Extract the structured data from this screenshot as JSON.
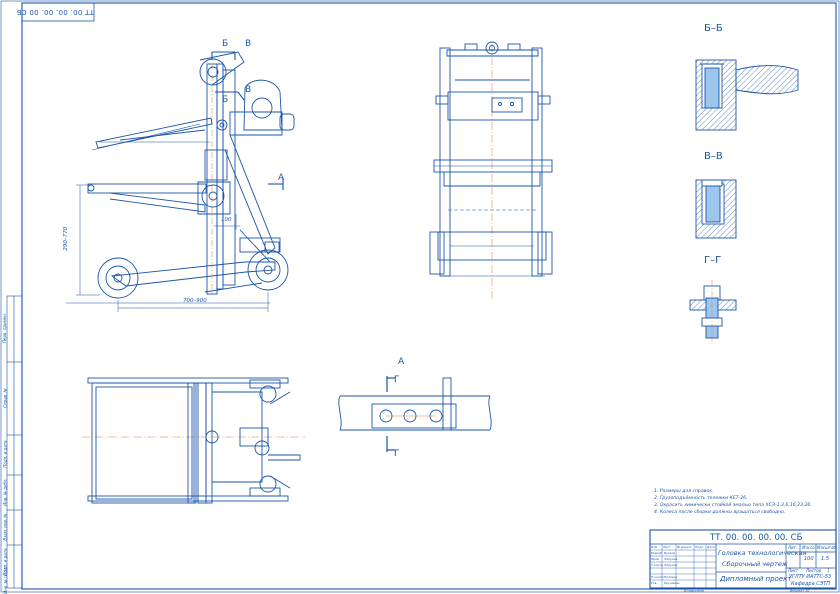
{
  "drawing": {
    "code_top": "ТТ 00. 00. 00. 00 СБ",
    "code_main": "ТТ. 00. 00. 00. 00. СБ",
    "title_lines": [
      "Головка технологическая",
      "Сборочный чертеж"
    ],
    "project": "Дипломный проект",
    "scale": "1:5",
    "mass": "100",
    "org_lines": [
      "УГЛТУ ИАТТС-53",
      "Кафедра СЭТП"
    ]
  },
  "sections": {
    "b_b": "Б–Б",
    "v_v": "В–В",
    "g_g": "Г–Г",
    "a_view": "А",
    "marker_b": "Б",
    "marker_v": "В",
    "marker_a": "А",
    "marker_g": "Г"
  },
  "dimensions": {
    "width_range": "700–900",
    "height_range": "290–770",
    "gap": "100"
  },
  "notes": [
    "1.  Размеры для справок.",
    "2.  Грузоподъёмность тележки КЕТ-26.",
    "3.  Окрасить химически стойкой эмалью типа ХСЭ-1,3,6,16,23,26.",
    "4.  Колеса после сборки должны вращаться свободно."
  ],
  "stamp_cells": {
    "lit": "Лит.",
    "mass_label": "Масса",
    "scale_label": "Масштаб",
    "sheet_label": "Лист",
    "sheets_label": "Листов",
    "sheets_value": "1",
    "copy": "Копировал",
    "format": "Формат   А1",
    "rows": [
      "Изм",
      "Лист",
      "№ докум.",
      "Подп.",
      "Дата"
    ],
    "roles": [
      "Разраб.",
      "Пров.",
      "Т.контр.",
      "Н.контр.",
      "Утв."
    ],
    "names": [
      "Бурсов",
      "Ляпунов",
      "Ляпунов",
      "Поляков",
      "Кручинин"
    ]
  },
  "side_strip": [
    "Перв. примен.",
    "Справ. №",
    "Подп. и дата",
    "Инв. № дубл.",
    "Взам. инв. №",
    "Подп. и дата",
    "Инв. № подл."
  ],
  "colors": {
    "line": "#1b55a8",
    "axis": "#e07a3c",
    "fill": "#9cc6ec"
  }
}
